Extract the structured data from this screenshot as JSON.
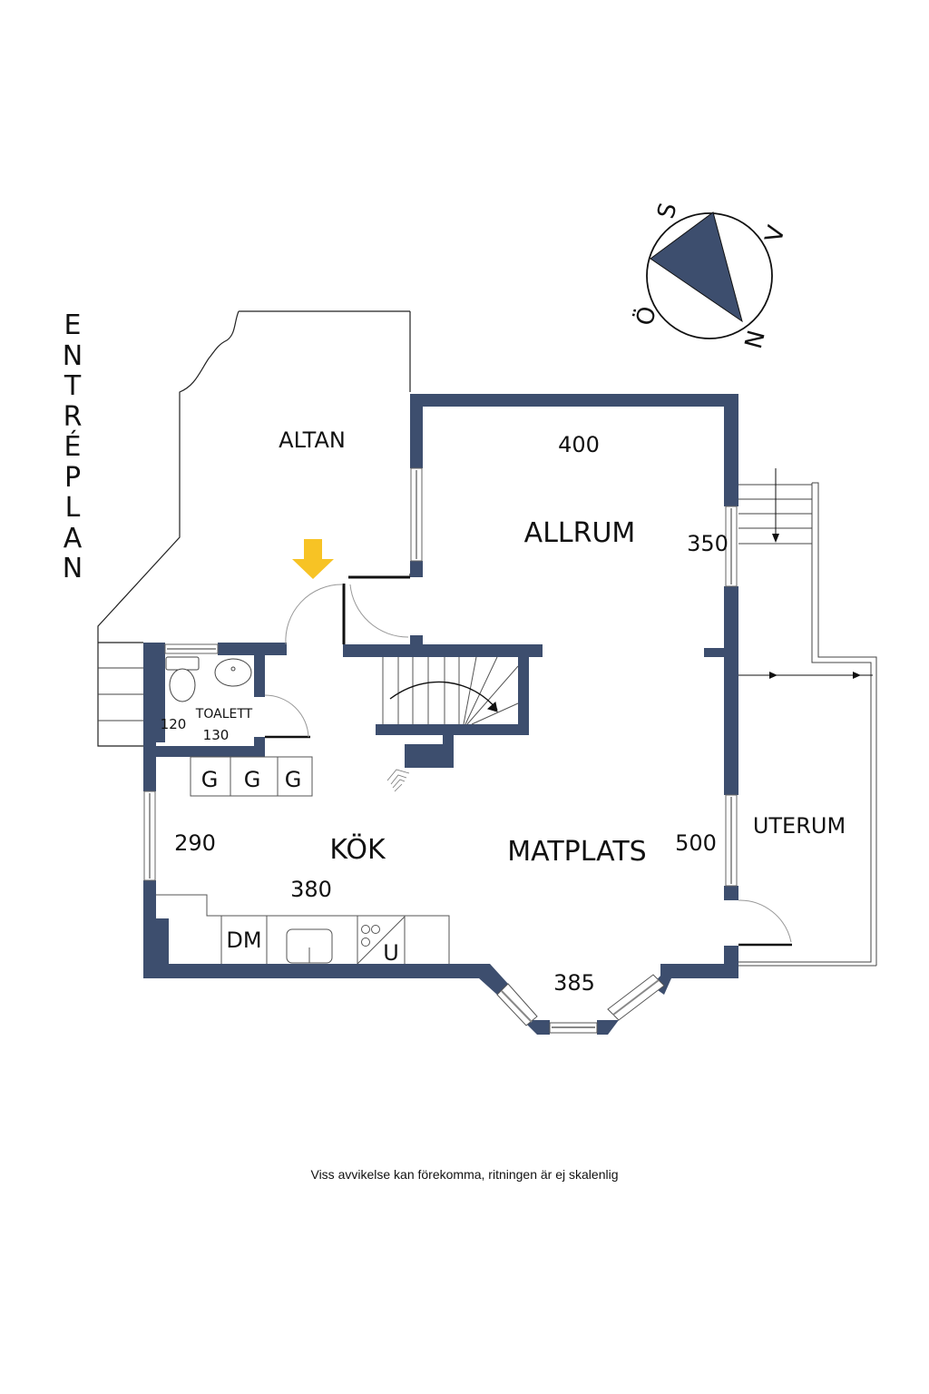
{
  "plan": {
    "title": "ENTRÉPLAN",
    "title_letters": [
      "E",
      "N",
      "T",
      "R",
      "É",
      "P",
      "L",
      "A",
      "N"
    ],
    "wall_color": "#3d4e6e",
    "entrance_arrow_color": "#f7c325",
    "disclaimer": "Viss avvikelse kan förekomma, ritningen är ej skalenlig"
  },
  "compass": {
    "labels": {
      "south": "S",
      "west": "V",
      "north": "N",
      "east": "Ö"
    },
    "needle_color": "#3d4e6e"
  },
  "rooms": {
    "altan": {
      "name": "ALTAN"
    },
    "allrum": {
      "name": "ALLRUM",
      "dims": [
        "400",
        "350"
      ]
    },
    "toalett": {
      "name": "TOALETT",
      "dims": [
        "120",
        "130"
      ]
    },
    "kok": {
      "name": "KÖK",
      "dims": [
        "290",
        "380"
      ]
    },
    "matplats": {
      "name": "MATPLATS",
      "dims": [
        "500",
        "385"
      ]
    },
    "uterum": {
      "name": "UTERUM"
    }
  },
  "fixtures": {
    "wardrobes": [
      "G",
      "G",
      "G"
    ],
    "dishwasher": "DM",
    "oven": "U"
  }
}
